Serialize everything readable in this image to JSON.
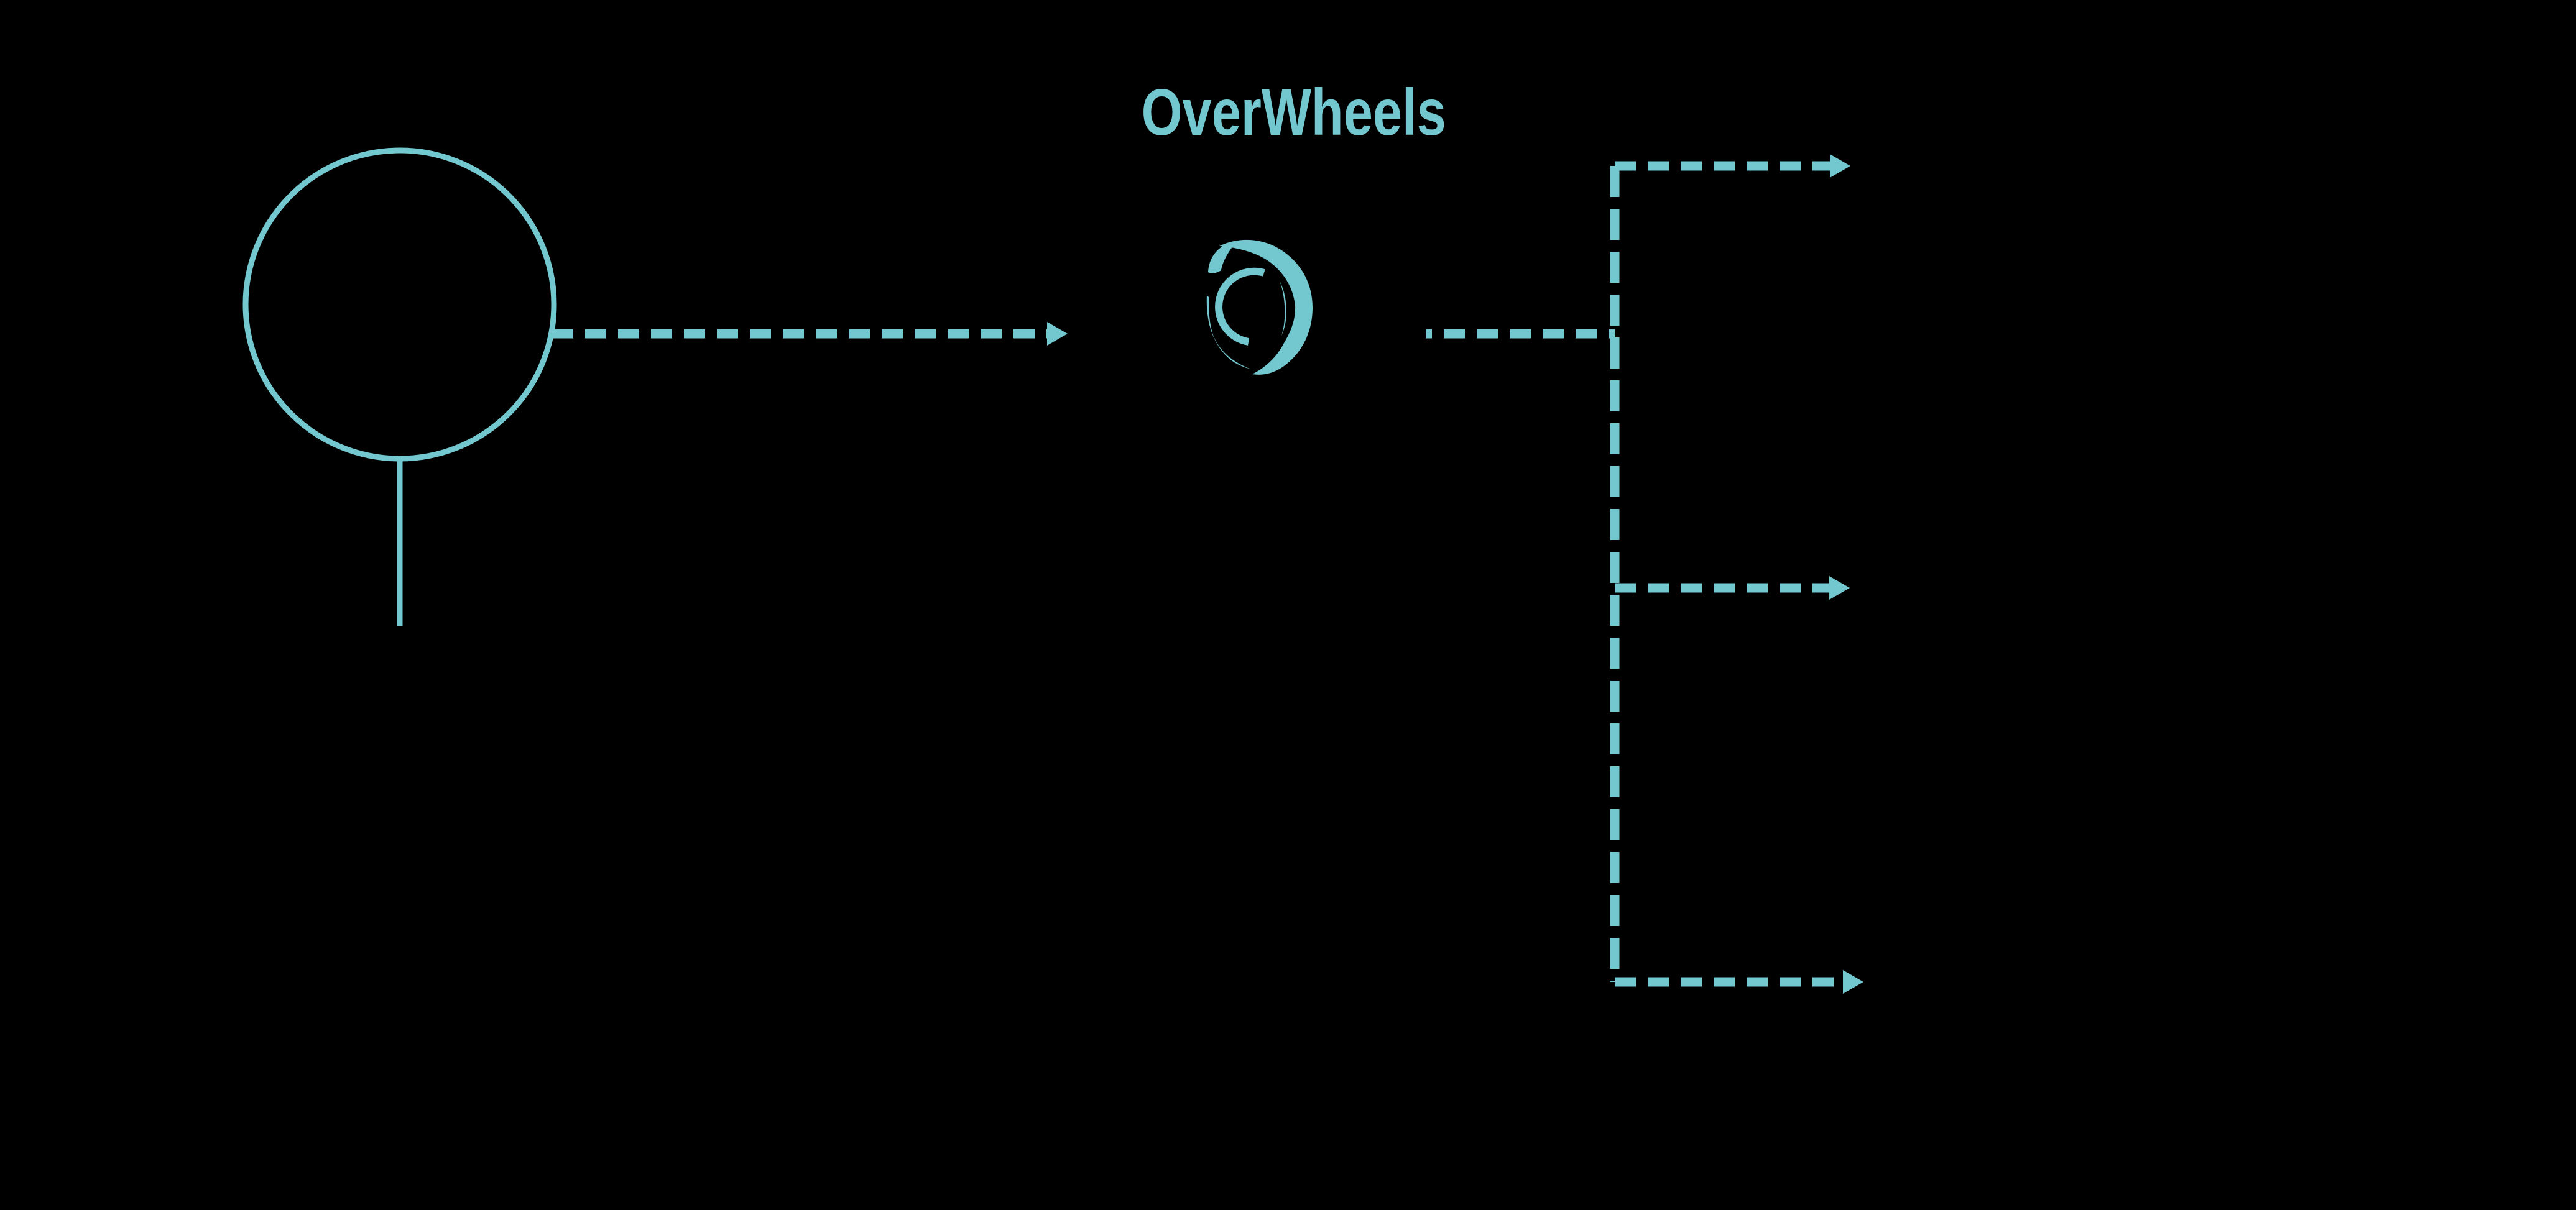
{
  "page": {
    "background_color": "#000000"
  },
  "theme": {
    "accent_color": "#72C8CE"
  },
  "brand": {
    "name": "OverWheels",
    "logo_icon": "tire-swoosh-logo-icon"
  },
  "diagram": {
    "source_node_shape": "outlined-circle-with-stem",
    "edge_style": "dashed-arrow",
    "branch_count": 3,
    "edges": [
      "source-circle to overwheels-logo",
      "overwheels-logo to branch-top",
      "overwheels-logo to branch-middle",
      "overwheels-logo to branch-bottom"
    ]
  }
}
